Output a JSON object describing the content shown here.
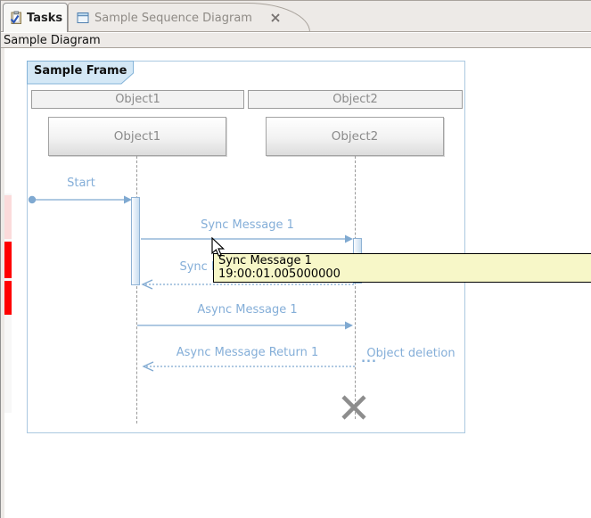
{
  "window": {
    "tabs": [
      {
        "label": "Tasks",
        "icon": "tasks-clipboard-icon",
        "active": true
      },
      {
        "label": "Sample Sequence Diagram",
        "icon": "sequence-diagram-icon",
        "closable": true
      }
    ],
    "view_title": "Sample Diagram"
  },
  "diagram": {
    "frame_title": "Sample Frame",
    "lifelines": [
      {
        "header": "Object1",
        "name": "Object1"
      },
      {
        "header": "Object2",
        "name": "Object2"
      }
    ],
    "messages": {
      "start": "Start",
      "sync_1": "Sync Message 1",
      "sync_return_1": "Sync Message Return 1",
      "async_1": "Async Message 1",
      "async_return_1": "Async Message Return 1",
      "object_deletion": "Object deletion",
      "ellipsis": "..."
    }
  },
  "tooltip": {
    "title": "Sync Message 1",
    "timestamp": "19:00:01.005000000"
  },
  "colors": {
    "message_blue": "#7fa9d1",
    "label_blue": "#84aed8",
    "frame_border": "#abc8e0",
    "frame_tag_fill": "#d4e8f6",
    "marker_red": "#ff0000",
    "marker_pink": "#fbdbdb",
    "tooltip_bg": "#f7f7c8",
    "deletion_cross_gray": "#8d8d8d"
  }
}
